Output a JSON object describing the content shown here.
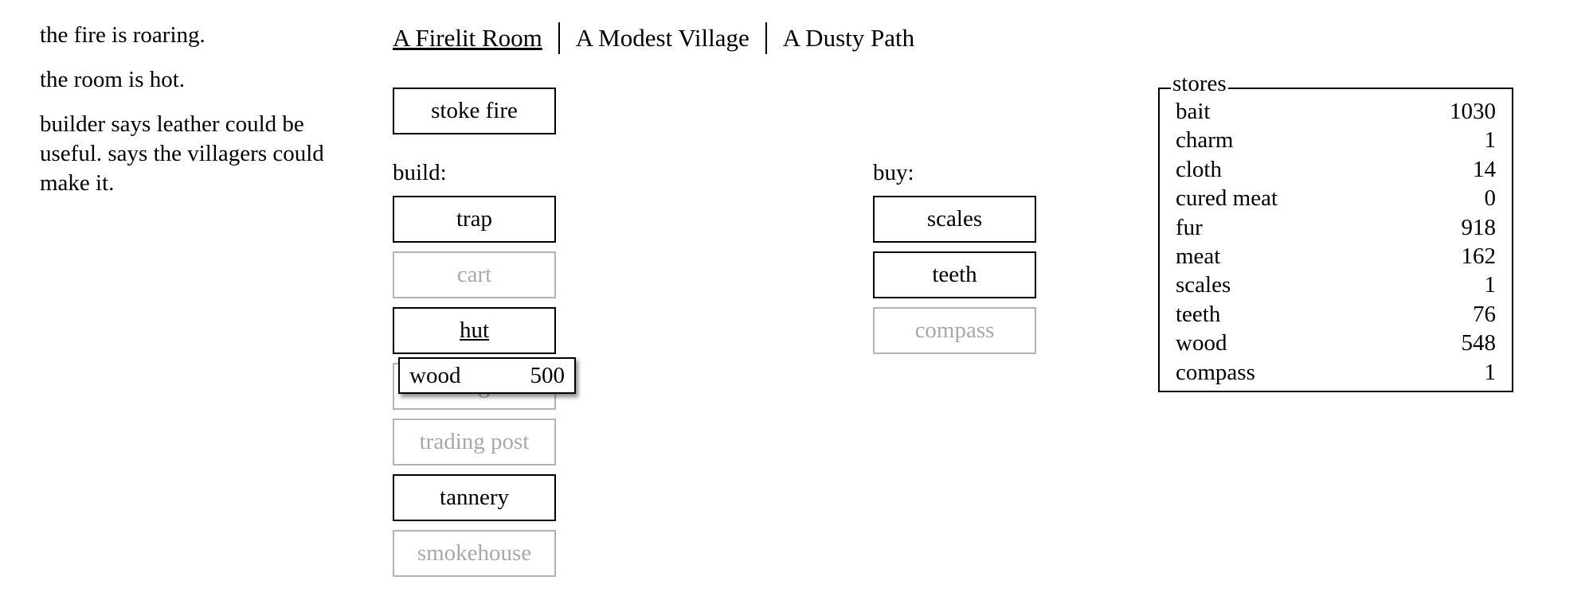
{
  "notifications": [
    "the fire is roaring.",
    "the room is hot.",
    "builder says leather could be useful. says the villagers could make it."
  ],
  "header": {
    "tabs": [
      {
        "label": "A Firelit Room",
        "active": true
      },
      {
        "label": "A Modest Village",
        "active": false
      },
      {
        "label": "A Dusty Path",
        "active": false
      }
    ]
  },
  "actions": {
    "stoke_label": "stoke fire"
  },
  "build": {
    "label": "build:",
    "items": [
      {
        "label": "trap",
        "enabled": true
      },
      {
        "label": "cart",
        "enabled": false
      },
      {
        "label": "hut",
        "enabled": true,
        "hovered": true
      },
      {
        "label": "lodge",
        "enabled": false
      },
      {
        "label": "trading post",
        "enabled": false
      },
      {
        "label": "tannery",
        "enabled": true
      },
      {
        "label": "smokehouse",
        "enabled": false
      }
    ]
  },
  "tooltip": {
    "resource": "wood",
    "cost": "500"
  },
  "buy": {
    "label": "buy:",
    "items": [
      {
        "label": "scales",
        "enabled": true
      },
      {
        "label": "teeth",
        "enabled": true
      },
      {
        "label": "compass",
        "enabled": false
      }
    ]
  },
  "stores": {
    "legend": "stores",
    "items": [
      {
        "name": "bait",
        "value": "1030"
      },
      {
        "name": "charm",
        "value": "1"
      },
      {
        "name": "cloth",
        "value": "14"
      },
      {
        "name": "cured meat",
        "value": "0"
      },
      {
        "name": "fur",
        "value": "918"
      },
      {
        "name": "meat",
        "value": "162"
      },
      {
        "name": "scales",
        "value": "1"
      },
      {
        "name": "teeth",
        "value": "76"
      },
      {
        "name": "wood",
        "value": "548"
      },
      {
        "name": "compass",
        "value": "1"
      }
    ]
  },
  "colors": {
    "enabled_border": "#000000",
    "disabled_border": "#b3b3b3",
    "disabled_text": "#a8a8a8",
    "background": "#ffffff"
  }
}
